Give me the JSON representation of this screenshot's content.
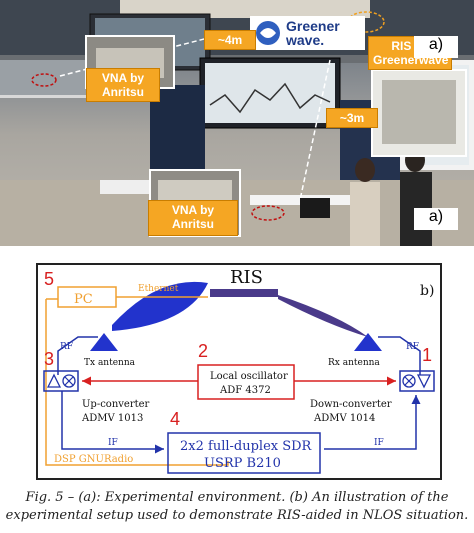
{
  "panel_a": {
    "panel_label": "a)",
    "logo_text": "Greener wave.",
    "dist_4m": "~4m",
    "dist_3m": "~3m",
    "vna_top": "VNA by Anritsu",
    "vna_bottom": "VNA by Anritsu",
    "ris_label": "RIS by Greenerwave"
  },
  "panel_b": {
    "panel_label": "b)",
    "ris": "RIS",
    "pc": "PC",
    "ethernet": "Ethernet",
    "rf_left": "RF",
    "rf_right": "RF",
    "tx_antenna": "Tx antenna",
    "rx_antenna": "Rx antenna",
    "lo_line1": "Local oscillator",
    "lo_line2": "ADF 4372",
    "up_line1": "Up-converter",
    "up_line2": "ADMV 1013",
    "down_line1": "Down-converter",
    "down_line2": "ADMV 1014",
    "sdr_line1": "2x2 full-duplex SDR",
    "sdr_line2": "USRP B210",
    "if_left": "IF",
    "if_right": "IF",
    "dsp": "DSP GNURadio",
    "numbers": [
      "1",
      "2",
      "3",
      "4",
      "5"
    ]
  },
  "caption": {
    "line1": "Fig. 5 – (a): Experimental environment. (b) An illustration of the",
    "line2": "experimental setup used to demonstrate RIS-aided in NLOS situation."
  },
  "colors": {
    "diagram_blue": "#2233aa",
    "diagram_orange": "#f0a030",
    "diagram_red": "#d82020",
    "ris_purple": "#4a3a8a",
    "tag_orange": "#f5a623"
  }
}
